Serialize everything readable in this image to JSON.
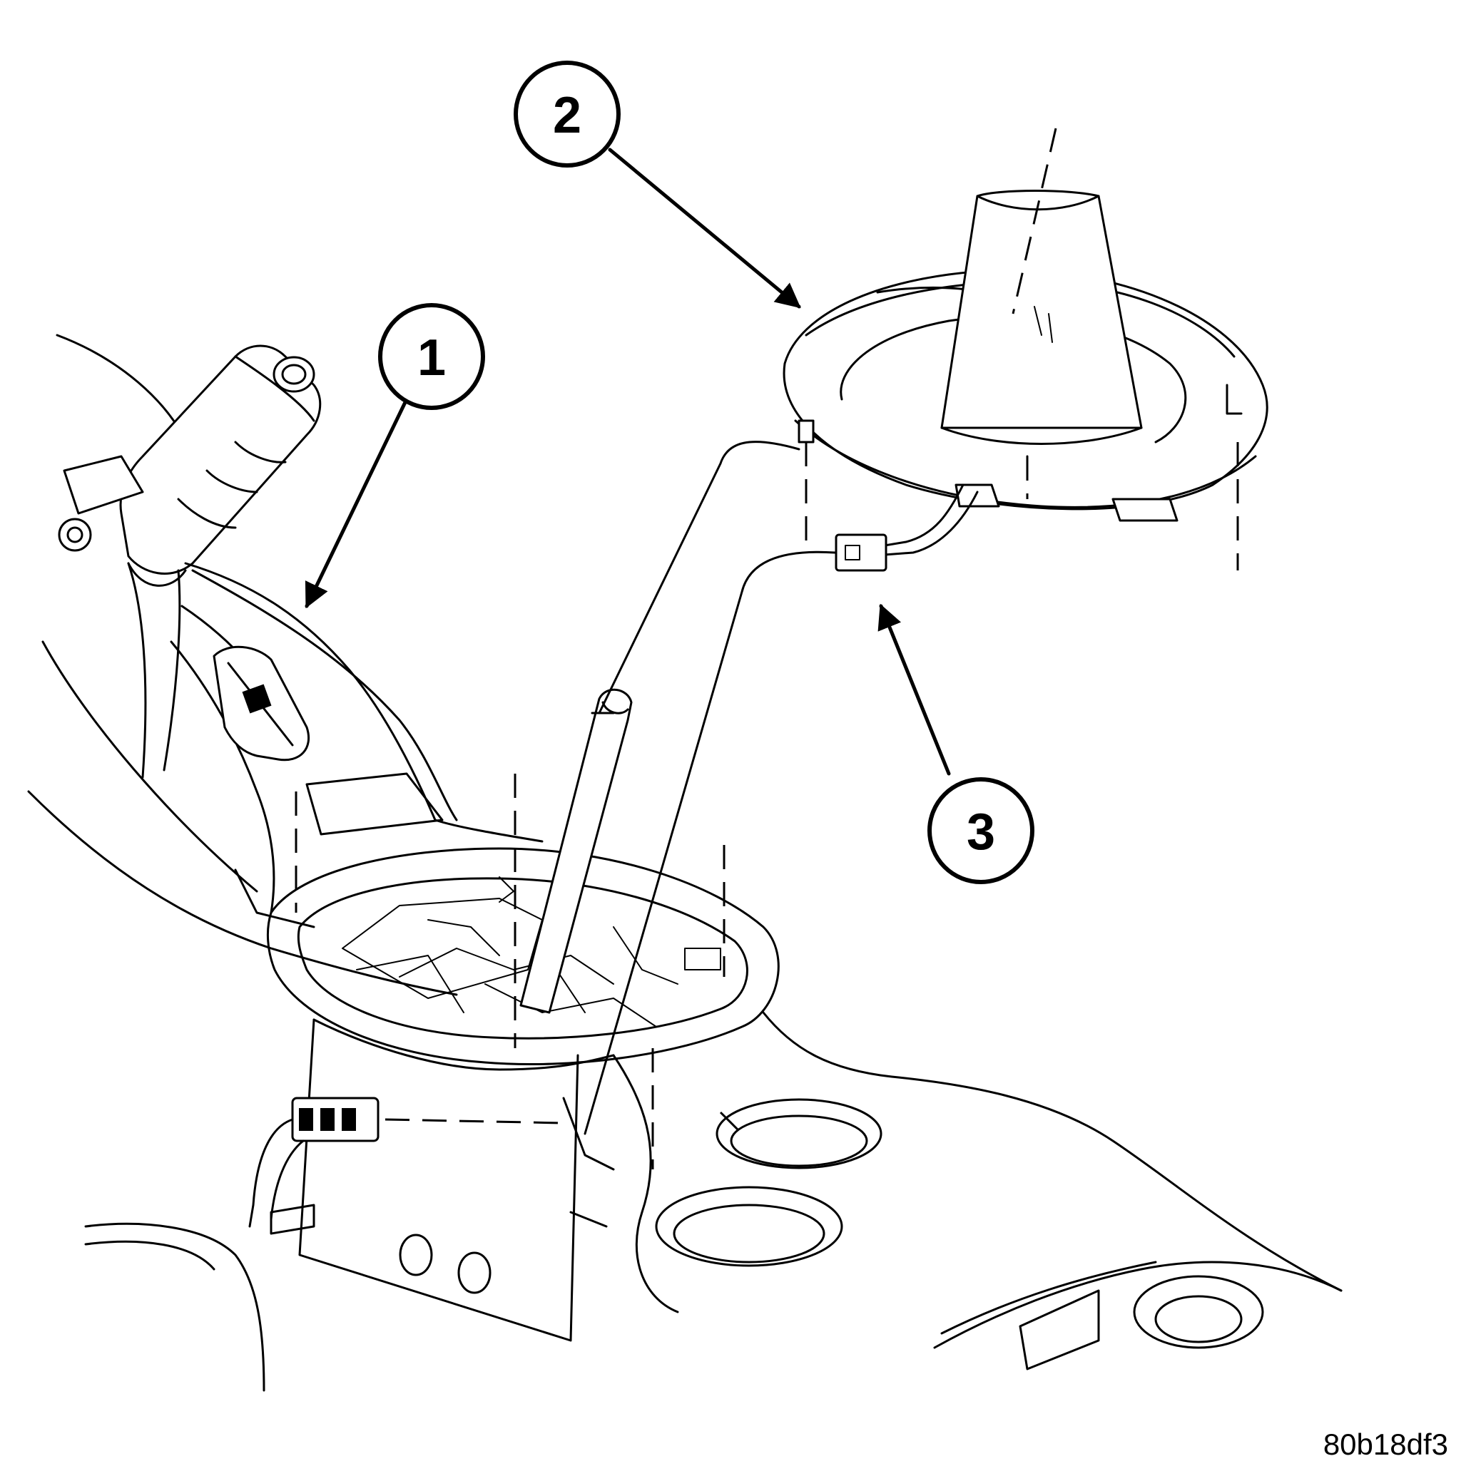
{
  "figure_code": "80b18df3",
  "callouts": [
    {
      "label": "1"
    },
    {
      "label": "2"
    },
    {
      "label": "3"
    }
  ],
  "colors": {
    "line": "#000000",
    "background": "#ffffff"
  }
}
